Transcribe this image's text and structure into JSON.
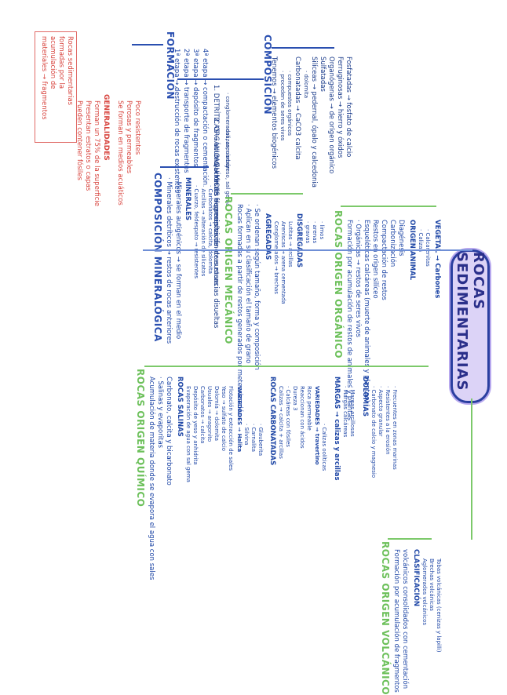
{
  "title": "ROCAS SEDIMENTARIAS",
  "formacion": {
    "heading": "FORMACIÓN",
    "steps": [
      "1ª etapa → destrucción de rocas existentes",
      "2ª etapa → transporte de fragmentos",
      "3ª etapa → depósito de fragmentos",
      "4ª etapa → compactación o cementación"
    ]
  },
  "note": {
    "lines": [
      "Rocas sedimentarias",
      "formadas por la",
      "acumulación de",
      "materiales → fragmentos"
    ]
  },
  "generalidades": {
    "heading": "GENERALIDADES",
    "lines": [
      "Forman un 75% de la superficie",
      "Presentan estratos o capas",
      "Pueden contener fósiles",
      "Se forman en medios acuáticos",
      "Porosas y permeables",
      "Poco resistentes"
    ]
  },
  "composicion": {
    "heading": "COMPOSICIÓN",
    "lines": [
      "Tenemos → elementos biogénicos",
      "· proceden de seres vivos",
      "· compuestos orgánicos",
      "Carbonatadas → CaCO3 calcita",
      "· dolomita",
      "Silíceas → pedernal, ópalo y calcedonia",
      "Sulfatadas",
      "Organógenas → de origen orgánico",
      "Ferruginosas → hierro y óxidos",
      "Fosfatadas → fosfato de calcio"
    ]
  },
  "detriticas": {
    "lines": [
      "1. DETRÍTICAS → acumulación de fragmentos de otras rocas",
      "2. ORGÁNICAS → restos de seres vivos",
      "3. QUÍMICAS → precipitación de sustancias disueltas",
      "· conglomerados, areniscas",
      "· calizas, carbón",
      "· yeso, sal gema"
    ]
  },
  "comp_mineralogica": {
    "heading": "COMPOSICIÓN MINERALÓGICA",
    "lines": [
      "· Minerales detríticos → restos de rocas anteriores",
      "· Minerales autigénicos → se forman en el medio",
      "MINERALES",
      "· Cuarzo, feldespato → resistentes",
      "· Arcillas → alteración de silicatos",
      "· Carbonatos → calcita, dolomita"
    ]
  },
  "mecanico": {
    "heading": "ROCAS ORIGEN MECÁNICO",
    "lines": [
      "Rocas formadas a partir de restos generados por meteorización",
      "· Aplican en su clasificación el tamaño de grano",
      "· Se ordenan según tamaño, forma y composición",
      "AGREGADAS",
      "Conglomerados → brechas",
      "Areniscas → arena cementada",
      "Lutitas → arcillas",
      "DISGREGADAS",
      "· gravas",
      "· arenas",
      "· limos"
    ]
  },
  "organico": {
    "heading": "ROCAS ORIGEN ORGÁNICO",
    "lines": [
      "Formación por acumulación de restos de animales y plantas",
      "· Orgánicas → restos de seres vivos",
      "Esqueléticas calcáreas (muerte de animales y plantas)",
      "Restos en origen silíceo",
      "Compactación de restos",
      "Carbonización",
      "Diagénesis",
      "ORIGEN ANIMAL",
      "· Calizas",
      "· Calcarenitas",
      "VEGETAL → Carbones"
    ]
  },
  "quimico": {
    "heading": "ROCAS ORIGEN QUÍMICO",
    "lines": [
      "Acumulación de materia donde se evapora el agua con sales",
      "· Salinas y evaporitas",
      "Carbonato, calcita y bicarbonato",
      "ROCAS SALINAS",
      "Evaporación de agua con sal gema",
      "Depósito de yeso y anhidrita",
      "Carbonatos → calcita",
      "Usuales → aragonito",
      "Dolomía → dolomita",
      "Yeso → sulfato de calcio",
      "Flotación y extracción de sales",
      "VARIEDADES → Halita",
      "· Silvina",
      "· Carnalita",
      "· Glauberita",
      "ROCAS CARBONATADAS",
      "Calizas → calcita + arcillas",
      "· Calcáreas con fósiles",
      "Dureza 3",
      "Reaccionan con ácidos",
      "Roca permeable",
      "VARIEDADES → travertino",
      "· Calizas oolíticas",
      "MARGAS → calizas y arcillas",
      "· Margas calcáreas",
      "· Margas arcillosas",
      "DOLOMÍAS",
      "· Carbonato de calcio y magnesio",
      "· Aspecto granular",
      "· Resistentes a la erosión",
      "· Frecuentes en zonas marinas"
    ]
  },
  "volcanico": {
    "heading": "ROCAS ORIGEN VOLCÁNICO",
    "lines": [
      "Formación por acumulación de fragmentos",
      "volcánicos consolidados con cementación",
      "CLASIFICACIÓN",
      "Aglomerados volcánicos",
      "Brechas volcánicas",
      "Tobas volcánicas (cenizas y lapilli)"
    ]
  }
}
